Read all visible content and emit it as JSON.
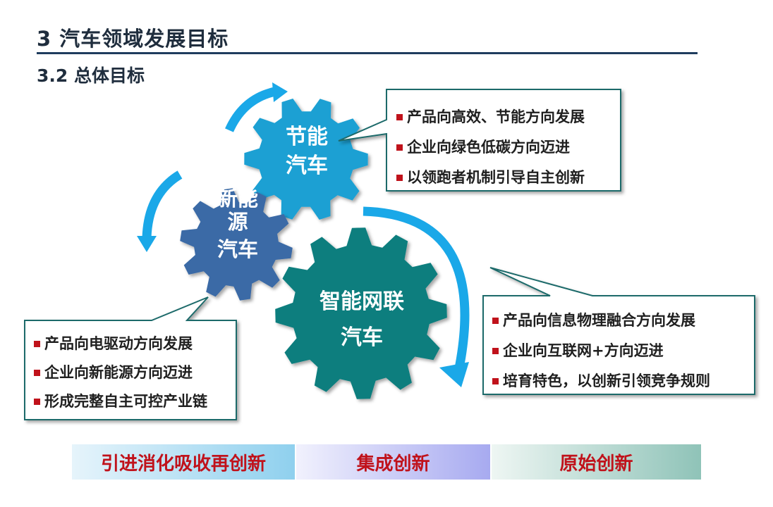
{
  "header": {
    "title": "3  汽车领域发展目标",
    "subtitle": "3.2  总体目标"
  },
  "gears": {
    "energy_saving": {
      "lines": [
        "节能",
        "汽车"
      ],
      "color": "#1aa0d3"
    },
    "new_energy": {
      "lines": [
        "新能",
        "源",
        "汽车"
      ],
      "color": "#3a6aa6"
    },
    "intelligent": {
      "lines": [
        "智能网联",
        "汽车"
      ],
      "color": "#0a7e7e"
    }
  },
  "callouts": {
    "energy_saving": {
      "items": [
        "产品向高效、节能方向发展",
        "企业向绿色低碳方向迈进",
        "以领跑者机制引导自主创新"
      ]
    },
    "intelligent": {
      "items": [
        "产品向信息物理融合方向发展",
        "企业向互联网+方向迈进",
        "培育特色，以创新引领竞争规则"
      ]
    },
    "new_energy": {
      "items": [
        "产品向电驱动方向发展",
        "企业向新能源方向迈进",
        "形成完整自主可控产业链"
      ]
    }
  },
  "bands": [
    "引进消化吸收再创新",
    "集成创新",
    "原始创新"
  ],
  "colors": {
    "bullet": "#c0121b",
    "band_text": "#c0121b",
    "arrow": "#1aa8e8",
    "rule": "#1f3c5e"
  }
}
